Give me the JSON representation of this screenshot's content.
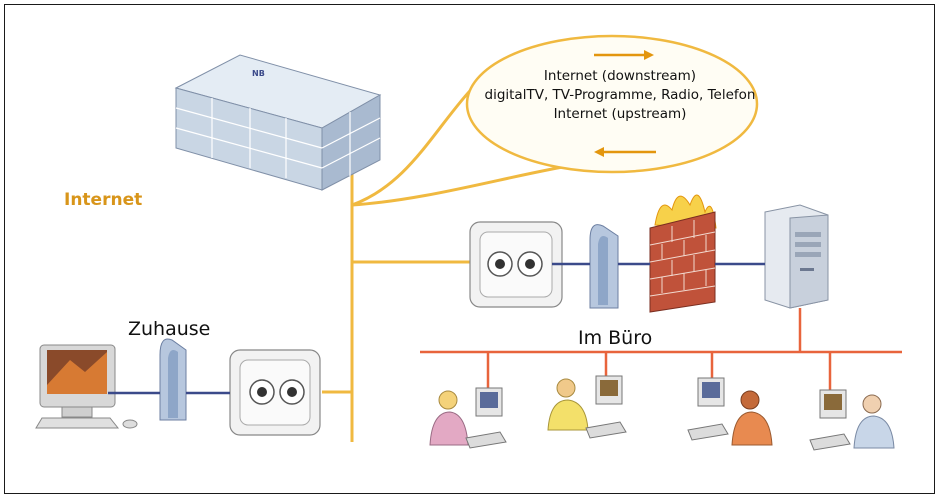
{
  "labels": {
    "internet": "Internet",
    "zuhause": "Zuhause",
    "buero": "Im Büro"
  },
  "bubble": {
    "line1": "Internet (downstream)",
    "line2": "digitalTV, TV-Programme, Radio, Telefon",
    "line3": "Internet (upstream)"
  },
  "colors": {
    "trunk": "#f0b940",
    "lan": "#e8643c",
    "cable": "#3b4a8a",
    "arrow": "#e3960e",
    "internet_label": "#d8951a"
  },
  "icons": [
    "building-icon",
    "socket-icon",
    "modem-icon",
    "firewall-icon",
    "server-icon",
    "computer-icon",
    "person-icon"
  ]
}
